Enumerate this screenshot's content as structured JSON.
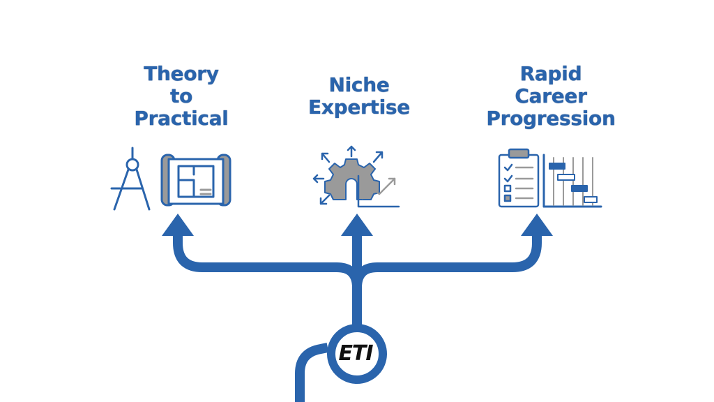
{
  "columns": [
    {
      "title_lines": [
        "Theory",
        "to",
        "Practical"
      ],
      "icon": "compass-blueprint-icon"
    },
    {
      "title_lines": [
        "Niche",
        "Expertise"
      ],
      "icon": "gear-growth-chart-icon"
    },
    {
      "title_lines": [
        "Rapid",
        "Career",
        "Progression"
      ],
      "icon": "checklist-gantt-icon"
    }
  ],
  "logo": {
    "text": "ETI"
  },
  "colors": {
    "primary": "#2a64ac",
    "accent_gray": "#9a9a9a",
    "dark": "#111111"
  }
}
